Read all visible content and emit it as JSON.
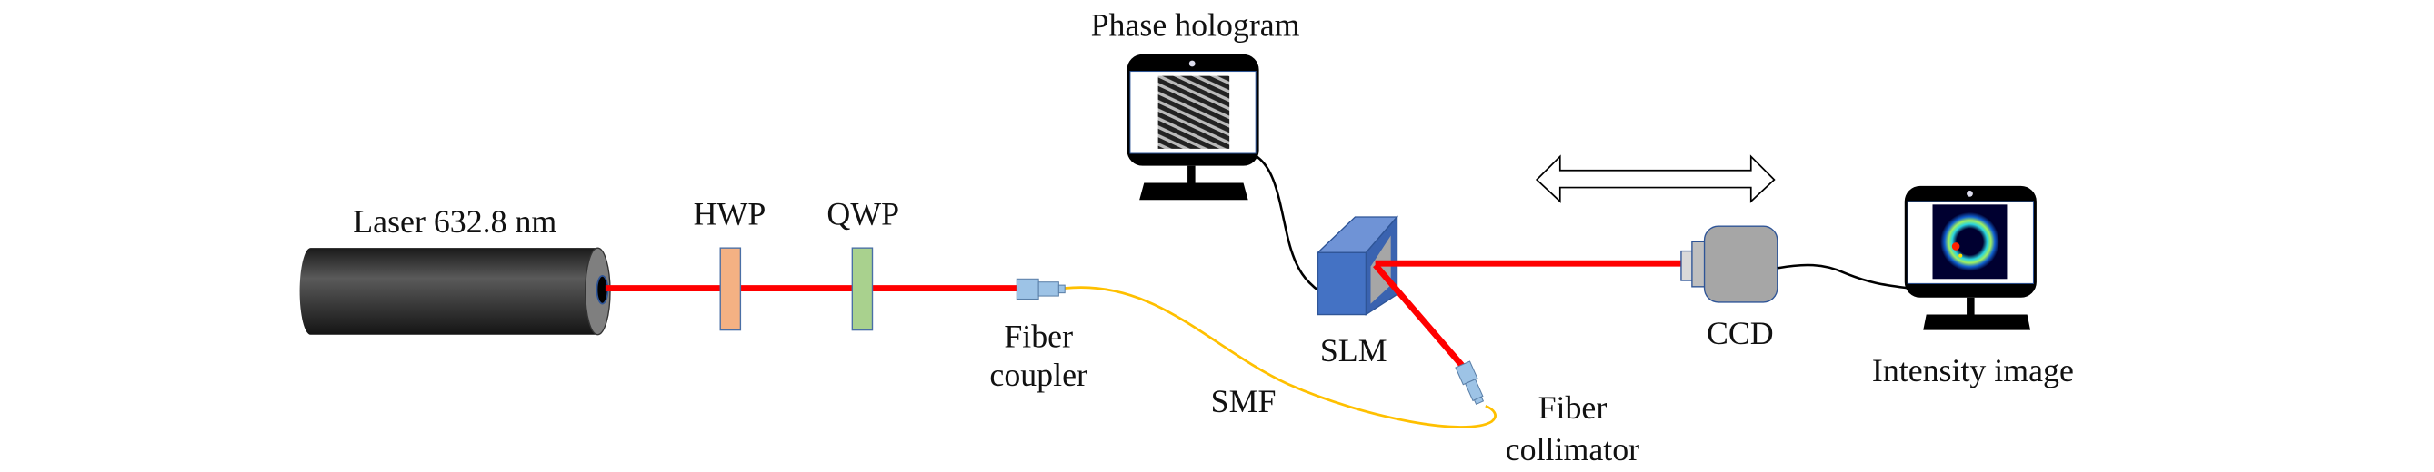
{
  "labels": {
    "laser": "Laser 632.8 nm",
    "hwp": "HWP",
    "qwp": "QWP",
    "fiber_coupler_line1": "Fiber",
    "fiber_coupler_line2": "coupler",
    "smf": "SMF",
    "slm": "SLM",
    "fiber_collimator_line1": "Fiber",
    "fiber_collimator_line2": "collimator",
    "phase_hologram": "Phase hologram",
    "ccd": "CCD",
    "intensity_image": "Intensity image"
  },
  "colors": {
    "beam": "#ff0000",
    "fiber": "#ffc000",
    "hwp": "#f4b183",
    "qwp": "#a9d18e",
    "slm": "#4472c4",
    "fiber_connector": "#9dc3e6",
    "ccd": "#a6a6a6"
  }
}
